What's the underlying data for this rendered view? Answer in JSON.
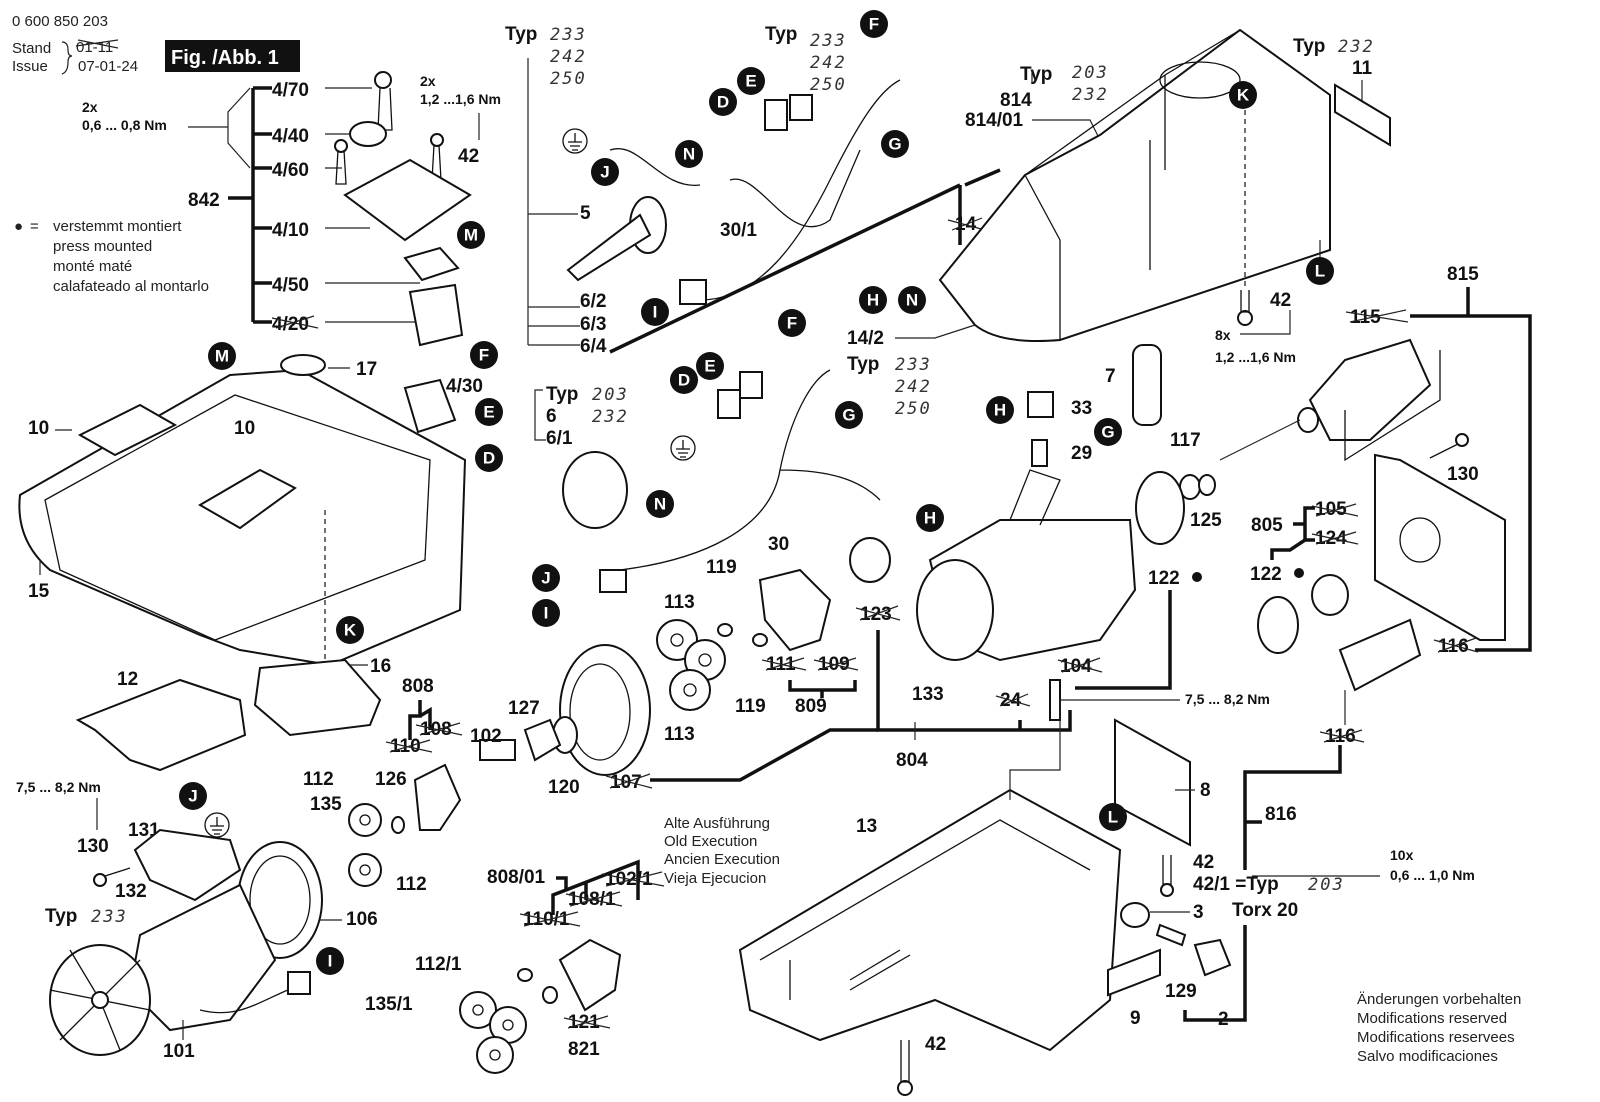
{
  "header": {
    "part_number": "0 600 850 203",
    "stand_label": "Stand",
    "issue_label": "Issue",
    "old_date_struck": "01-11",
    "issue_date": "07-01-24",
    "figure_title": "Fig. /Abb. 1"
  },
  "legend": {
    "bullet": "●",
    "equals": "=",
    "lines": [
      "verstemmt montiert",
      "press mounted",
      "monté maté",
      "calafateado al montarlo"
    ]
  },
  "old_execution": {
    "lines": [
      "Alte Ausführung",
      "Old Execution",
      "Ancien Execution",
      "Vieja Ejecucion"
    ]
  },
  "modifications": {
    "lines": [
      "Änderungen vorbehalten",
      "Modifications reserved",
      "Modifications reservees",
      "Salvo modificaciones"
    ]
  },
  "torques": {
    "t1_qty": "2x",
    "t1": "0,6 ... 0,8 Nm",
    "t2_qty": "2x",
    "t2": "1,2 ...1,6 Nm",
    "t3_qty": "8x",
    "t3": "1,2 ...1,6 Nm",
    "t4": "7,5 ... 8,2 Nm",
    "t5": "7,5 ... 8,2 Nm",
    "t6_qty": "10x",
    "t6": "0,6 ... 1,0 Nm",
    "torx": "Torx 20",
    "eq_42_1": "42/1 =Typ"
  },
  "typ_groups": {
    "typ_word": "Typ",
    "g1": [
      "233",
      "242",
      "250"
    ],
    "g2": [
      "233",
      "242",
      "250"
    ],
    "g3": [
      "203",
      "232"
    ],
    "g4": [
      "232"
    ],
    "g5": [
      "233",
      "242",
      "250"
    ],
    "g6": [
      "203",
      "232"
    ],
    "g7": [
      "233"
    ],
    "g8": [
      "203"
    ]
  },
  "callouts": [
    "F",
    "E",
    "D",
    "G",
    "N",
    "J",
    "I",
    "H",
    "N",
    "K",
    "L",
    "M",
    "M",
    "F",
    "E",
    "D",
    "F",
    "E",
    "D",
    "G",
    "H",
    "N",
    "J",
    "I",
    "H",
    "G",
    "K",
    "J",
    "I",
    "L"
  ],
  "parts": {
    "p4_70": "4/70",
    "p4_40": "4/40",
    "p4_60": "4/60",
    "p842": "842",
    "p4_10": "4/10",
    "p4_50": "4/50",
    "p4_20": "4/20",
    "p4_30": "4/30",
    "p42a": "42",
    "p5": "5",
    "p6_2": "6/2",
    "p6_3": "6/3",
    "p6_4": "6/4",
    "p30_1": "30/1",
    "p814": "814",
    "p814_01": "814/01",
    "p14": "14",
    "p11": "11",
    "p42b": "42",
    "p815": "815",
    "p115": "115",
    "p14_2": "14/2",
    "p7": "7",
    "p17": "17",
    "p10a": "10",
    "p10b": "10",
    "p15": "15",
    "p6": "6",
    "p6_1": "6/1",
    "p33": "33",
    "p29": "29",
    "p117": "117",
    "p125": "125",
    "p130a": "130",
    "p805": "805",
    "p105": "105",
    "p124": "124",
    "p122a": "122",
    "p122b": "122",
    "p116a": "116",
    "p116b": "116",
    "p30": "30",
    "p119a": "119",
    "p119b": "119",
    "p113a": "113",
    "p113b": "113",
    "p123": "123",
    "p111": "111",
    "p109": "109",
    "p809": "809",
    "p133": "133",
    "p104": "104",
    "p24": "24",
    "p804": "804",
    "p12": "12",
    "p16": "16",
    "p808": "808",
    "p108": "108",
    "p110": "110",
    "p102": "102",
    "p127": "127",
    "p120": "120",
    "p107": "107",
    "p112a": "112",
    "p112b": "112",
    "p126": "126",
    "p135": "135",
    "p131": "131",
    "p130b": "130",
    "p132": "132",
    "p106": "106",
    "p101": "101",
    "p808_01": "808/01",
    "p102_1": "102/1",
    "p108_1": "108/1",
    "p110_1": "110/1",
    "p112_1": "112/1",
    "p135_1": "135/1",
    "p121": "121",
    "p821": "821",
    "p13": "13",
    "p8": "8",
    "p816": "816",
    "p42c": "42",
    "p3": "3",
    "p129": "129",
    "p9": "9",
    "p2": "2",
    "p42d": "42"
  },
  "colors": {
    "ink": "#111111",
    "background": "#ffffff",
    "callout_fill": "#111111",
    "callout_text": "#ffffff"
  }
}
